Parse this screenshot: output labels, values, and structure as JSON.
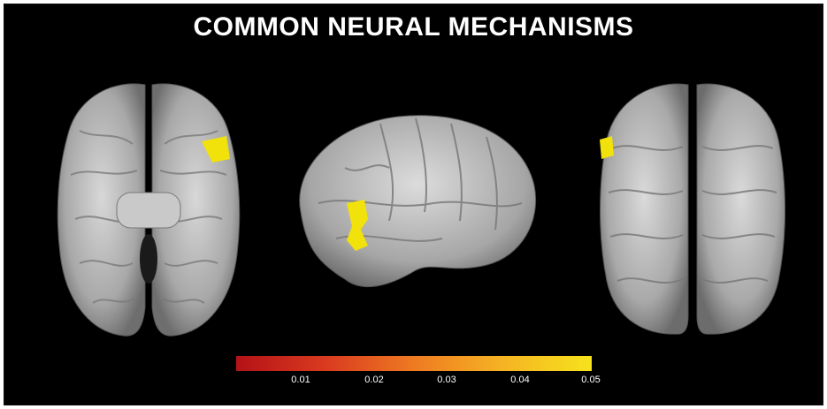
{
  "title": "COMMON NEURAL MECHANISMS",
  "colorbar": {
    "colors": [
      "#b31217",
      "#d93a1f",
      "#ee7a22",
      "#f5b423",
      "#f6e31c"
    ],
    "ticks": [
      "0.01",
      "0.02",
      "0.03",
      "0.04",
      "0.05"
    ]
  },
  "views": [
    "inferior-view",
    "lateral-view",
    "superior-view"
  ],
  "highlight_color": "#f2e20b"
}
